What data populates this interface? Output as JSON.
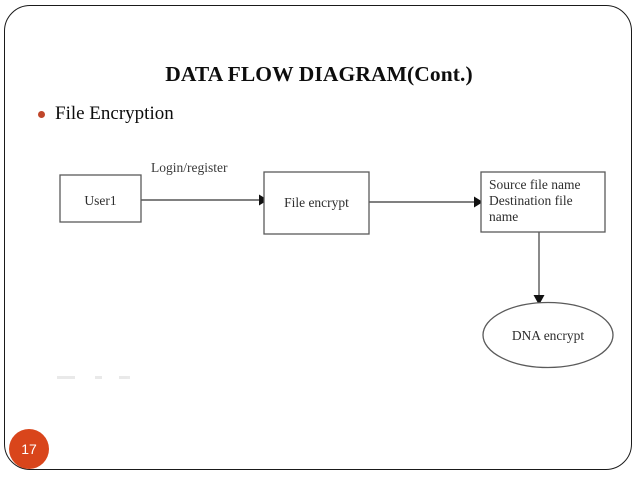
{
  "slide": {
    "title": "DATA FLOW DIAGRAM(Cont.)",
    "page_number": "17",
    "badge_color": "#d9451b",
    "bullet_color": "#c0462a",
    "bullets": [
      {
        "label": "File Encryption"
      }
    ]
  },
  "diagram": {
    "type": "data-flow-diagram",
    "nodes": [
      {
        "id": "user1",
        "shape": "rectangle",
        "label": "User1"
      },
      {
        "id": "file-encrypt",
        "shape": "rectangle",
        "label": "File encrypt"
      },
      {
        "id": "file-names",
        "shape": "rectangle",
        "label_lines": [
          "Source file name",
          "Destination file",
          "name"
        ]
      },
      {
        "id": "dna-encrypt",
        "shape": "ellipse",
        "label": "DNA encrypt"
      }
    ],
    "edges": [
      {
        "from": "user1",
        "to": "file-encrypt",
        "label": "Login/register"
      },
      {
        "from": "file-encrypt",
        "to": "file-names",
        "label": ""
      },
      {
        "from": "file-names",
        "to": "dna-encrypt",
        "label": ""
      }
    ]
  }
}
